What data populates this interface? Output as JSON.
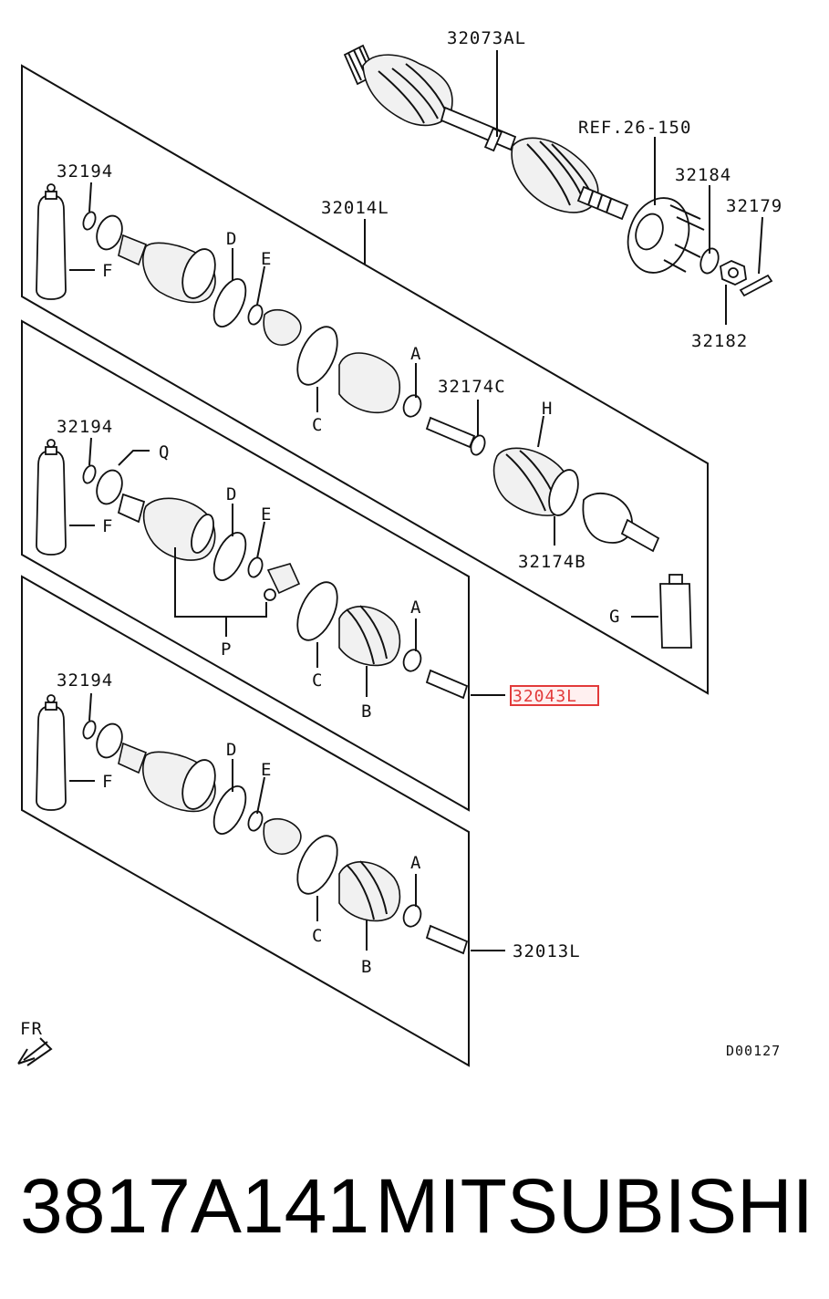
{
  "labels": {
    "main_shaft": "32073AL",
    "ref": "REF.26-150",
    "washer_top": "32184",
    "pin": "32179",
    "nut": "32182",
    "kit_top": "32014L",
    "clamp_c": "32174C",
    "boot_b": "32174B",
    "kit_highlighted": "32043L",
    "kit_bottom": "32013L",
    "snap_ring": "32194",
    "letter_a": "A",
    "letter_b": "B",
    "letter_c": "C",
    "letter_d": "D",
    "letter_e": "E",
    "letter_f": "F",
    "letter_g": "G",
    "letter_h": "H",
    "letter_p": "P",
    "letter_q": "Q",
    "front": "FR",
    "diagram_code": "D00127"
  },
  "caption": {
    "part_number": "3817A141",
    "brand": "MITSUBISHI"
  },
  "colors": {
    "highlight": "#e23a3a",
    "line": "#111111"
  }
}
